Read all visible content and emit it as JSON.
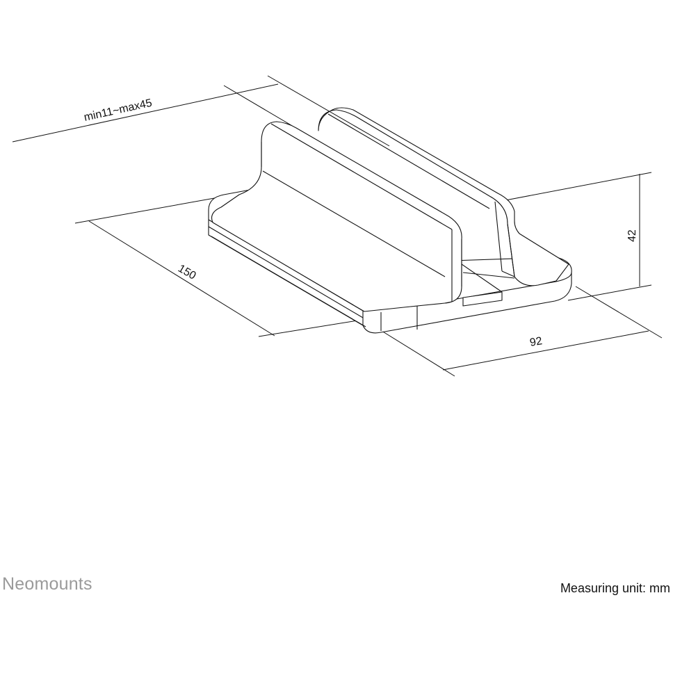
{
  "diagram": {
    "dimensions": {
      "slot_width": "min11~max45",
      "length": "150",
      "width": "92",
      "height": "42"
    }
  },
  "footer": {
    "brand": "Neomounts",
    "unit_note": "Measuring unit: mm"
  }
}
